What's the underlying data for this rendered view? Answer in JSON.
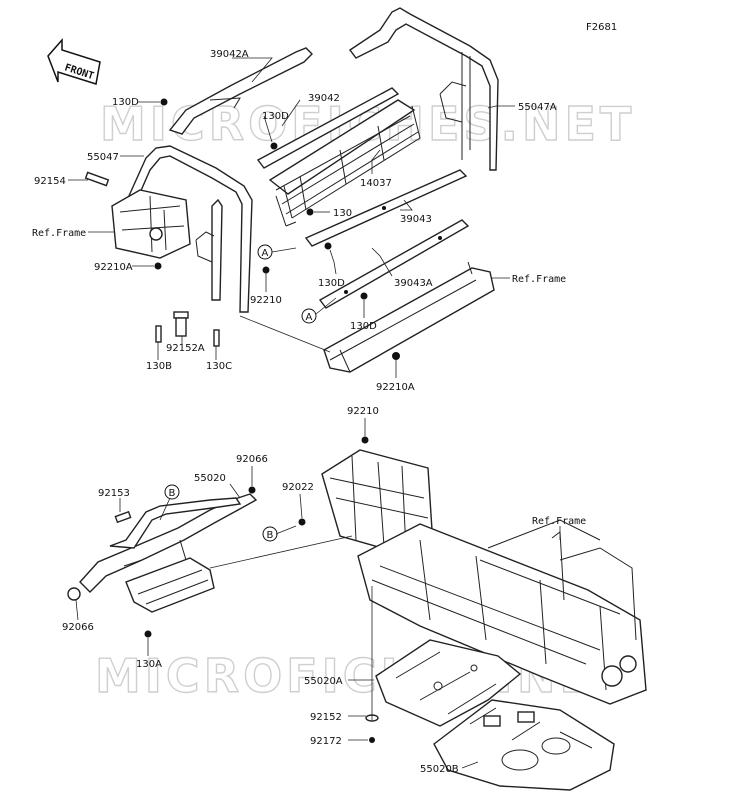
{
  "figure_code": "F2681",
  "front_label": "FRONT",
  "watermark": "MICROFICHES.NET",
  "ref_frame": "Ref.Frame",
  "marker_a": "A",
  "marker_b": "B",
  "parts": {
    "p39042A": "39042A",
    "p130D_1": "130D",
    "p39042": "39042",
    "p130D_2": "130D",
    "p55047A": "55047A",
    "p55047": "55047",
    "p92154": "92154",
    "p14037": "14037",
    "p130": "130",
    "p39043": "39043",
    "p92210A_1": "92210A",
    "p130D_3": "130D",
    "p39043A": "39043A",
    "p92210_1": "92210",
    "p130D_4": "130D",
    "p92152A": "92152A",
    "p130B": "130B",
    "p130C": "130C",
    "p92210A_2": "92210A",
    "p92210_2": "92210",
    "p92066_1": "92066",
    "p55020": "55020",
    "p92022": "92022",
    "p92153": "92153",
    "p92066_2": "92066",
    "p130A": "130A",
    "p55020A": "55020A",
    "p92152": "92152",
    "p92172": "92172",
    "p55020B": "55020B"
  }
}
